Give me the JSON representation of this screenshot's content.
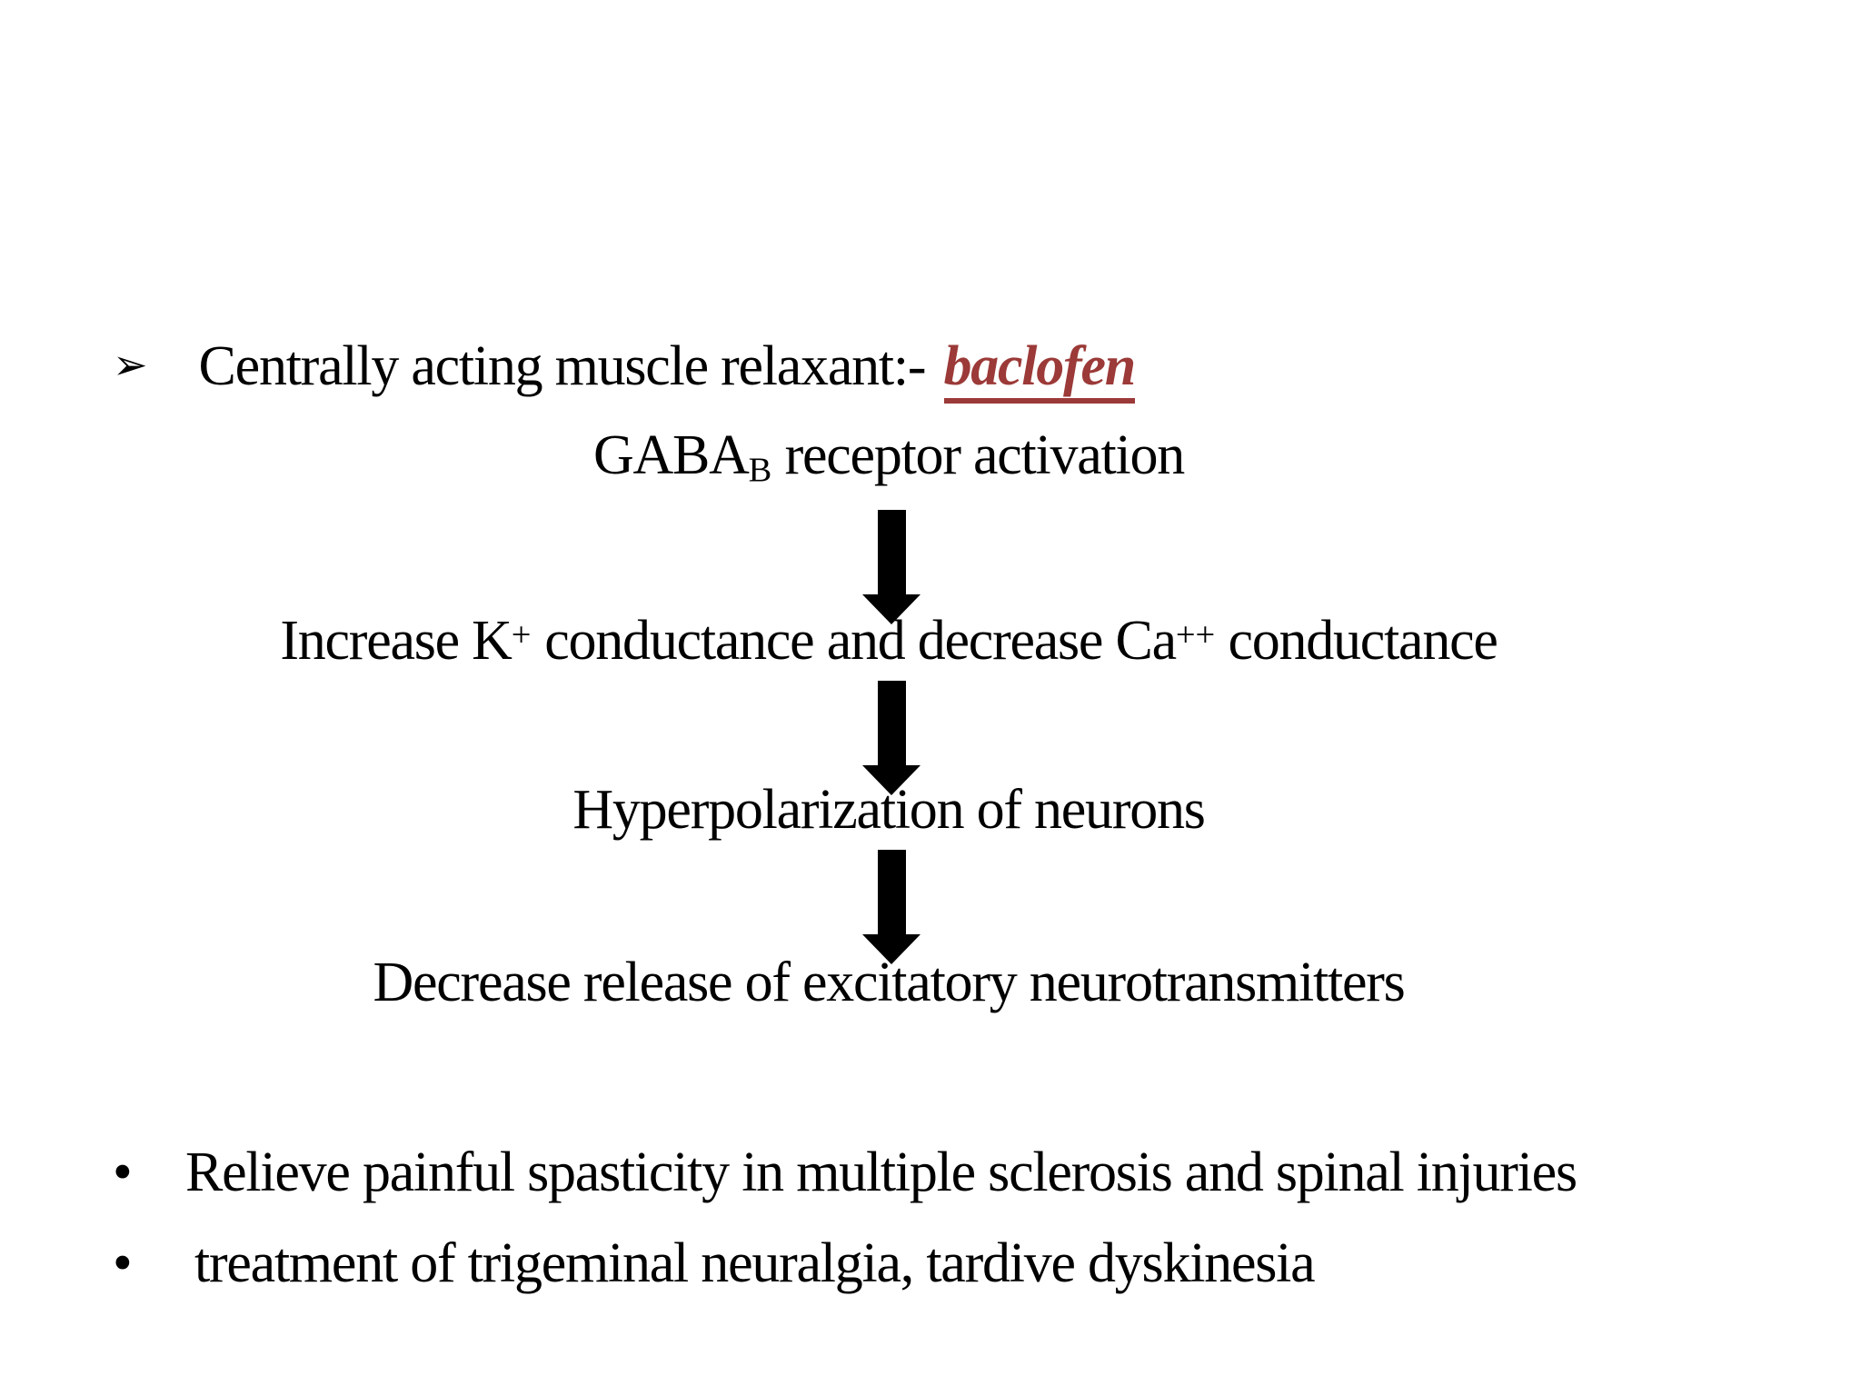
{
  "slide": {
    "background_color": "#ffffff",
    "text_color": "#000000",
    "accent_color": "#9B3A38",
    "arrow_color": "#000000"
  },
  "heading": {
    "bullet_icon": "➢",
    "label": "Centrally acting muscle relaxant:-",
    "drug_name": "baclofen"
  },
  "flowchart": {
    "step_gaba": {
      "pre": "GABA",
      "subscript": "B",
      "post": " receptor activation"
    },
    "step_conductance": {
      "pre": "Increase K",
      "sup_k": "+",
      "mid": "conductance and decrease Ca",
      "sup_ca": "++",
      "post": " conductance"
    },
    "step_hyperpolarization": "Hyperpolarization of neurons",
    "step_neurotransmitters": "Decrease release of excitatory neurotransmitters"
  },
  "bullets": {
    "marker": "•",
    "items": [
      {
        "text": "Relieve painful spasticity in multiple sclerosis and spinal injuries"
      },
      {
        "text": "treatment of trigeminal neuralgia, tardive dyskinesia"
      }
    ]
  }
}
